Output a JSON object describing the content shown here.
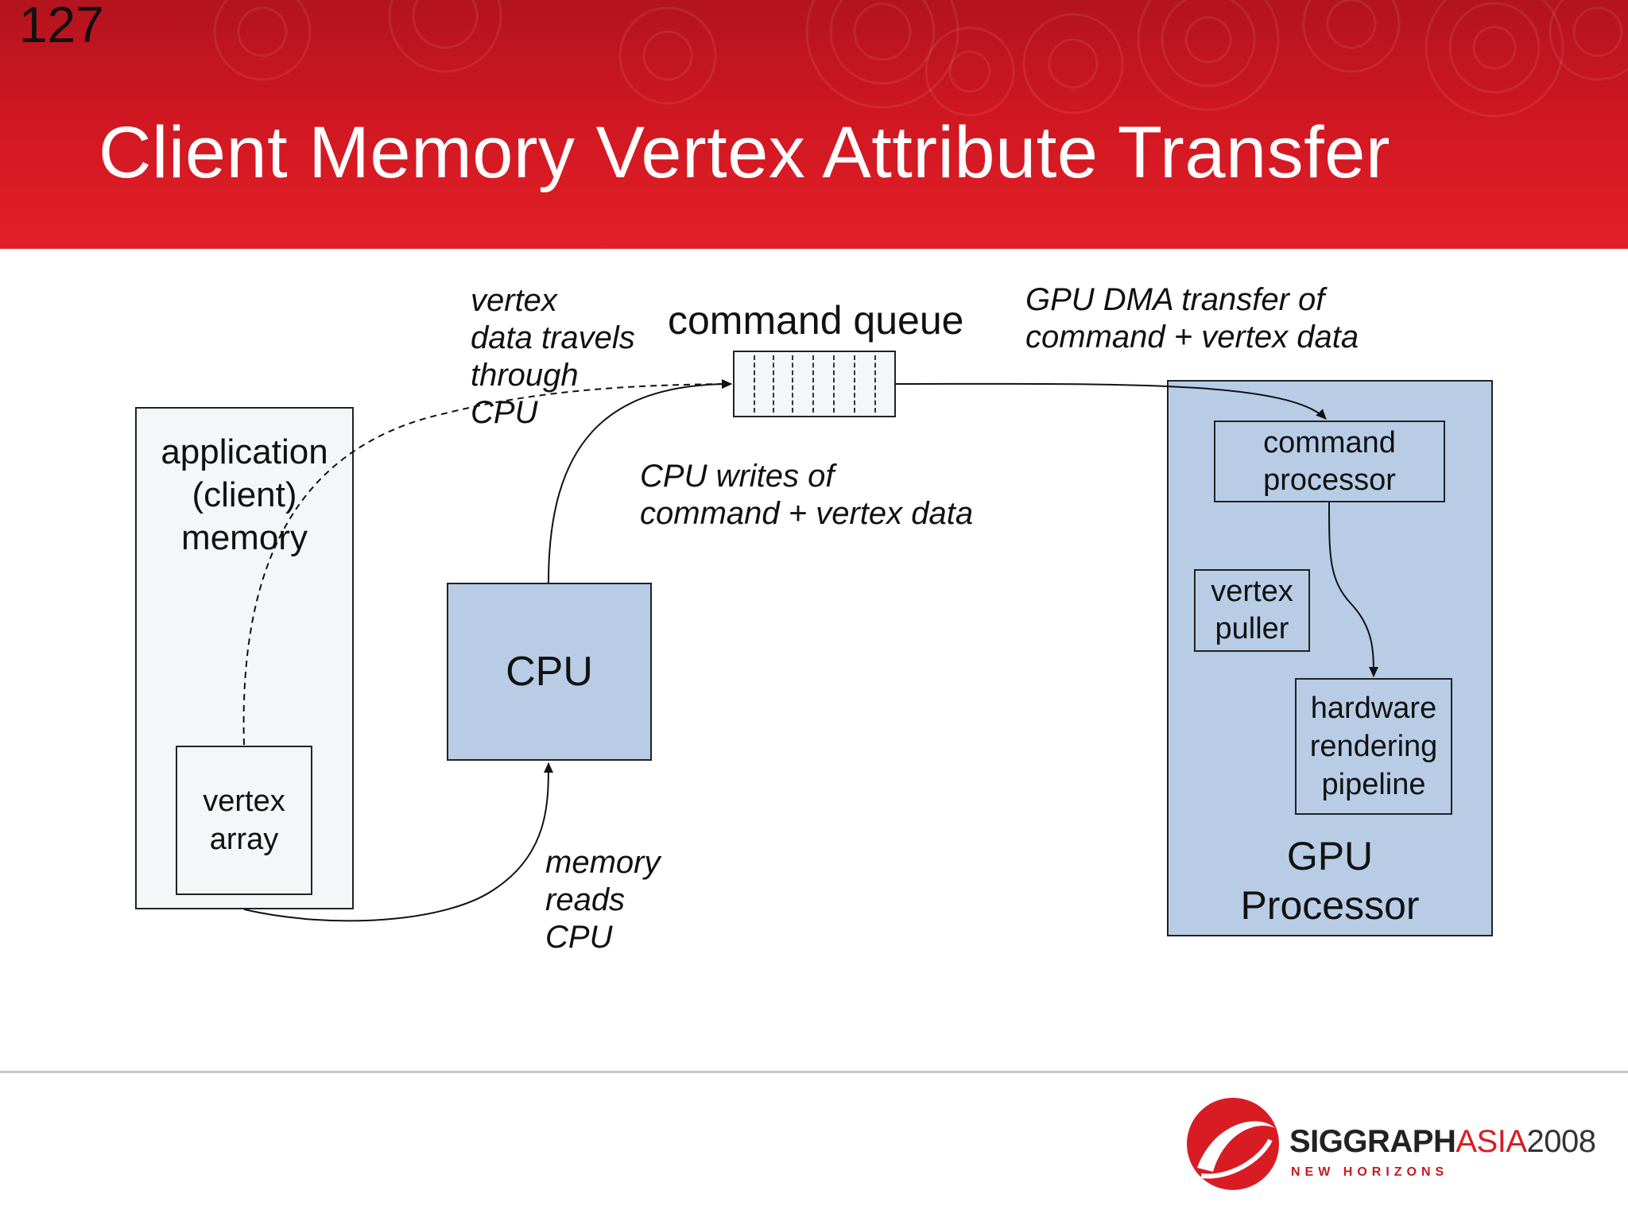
{
  "slide": {
    "number": "127",
    "title": "Client Memory Vertex Attribute Transfer"
  },
  "diagram": {
    "app_memory": "application\n(client)\nmemory",
    "vertex_array": "vertex\narray",
    "cpu": "CPU",
    "command_queue": "command queue",
    "gpu": {
      "command_processor": "command\nprocessor",
      "vertex_puller": "vertex\npuller",
      "pipeline": "hardware\nrendering\npipeline",
      "label": "GPU\nProcessor"
    },
    "annotations": {
      "through_cpu": "vertex\ndata travels\nthrough\nCPU",
      "cpu_writes": "CPU writes of\ncommand + vertex data",
      "gpu_dma": "GPU DMA transfer of\ncommand + vertex data",
      "memory_reads": "memory\nreads\nCPU"
    },
    "colors": {
      "banner": "#e21f27",
      "gpu_fill": "#b8cce6",
      "cpu_fill": "#b8cce6",
      "memory_fill": "#f3f7f8"
    }
  },
  "footer": {
    "brand": "SIGGRAPH",
    "brand_region": "ASIA",
    "brand_year": "2008",
    "tagline": "NEW HORIZONS"
  }
}
